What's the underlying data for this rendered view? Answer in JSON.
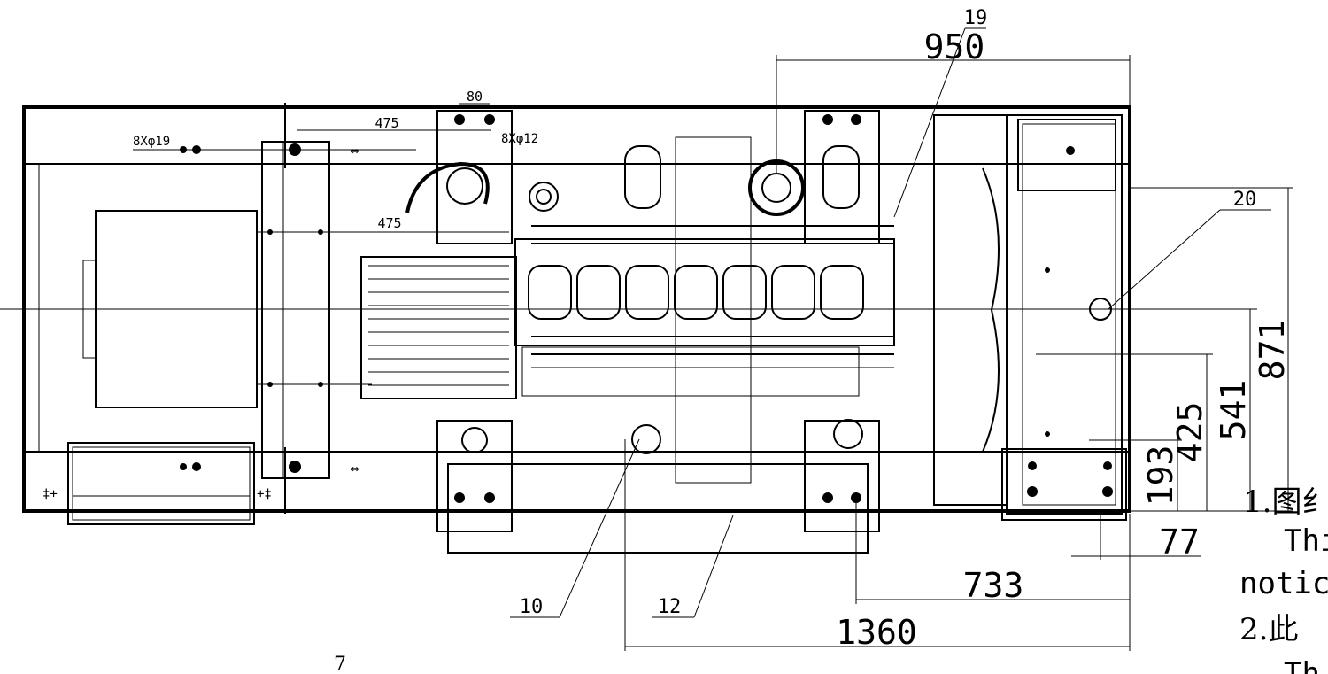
{
  "drawing": {
    "dimensions": {
      "d950": "950",
      "d475_top": "475",
      "d80": "80",
      "d8x19": "8Xφ19",
      "d8x12": "8Xφ12",
      "d475_mid": "475",
      "d733": "733",
      "d1360": "1360",
      "d77": "77",
      "d193": "193",
      "d425": "425",
      "d541": "541",
      "d871": "871"
    },
    "callouts": {
      "c19": "19",
      "c20": "20",
      "c10": "10",
      "c12": "12",
      "c7": "7"
    },
    "notes": {
      "n1": "1.图纟",
      "n1_en": "Thi",
      "n1_en2": "notic",
      "n2": "2.此",
      "n2_en": "Th"
    }
  }
}
